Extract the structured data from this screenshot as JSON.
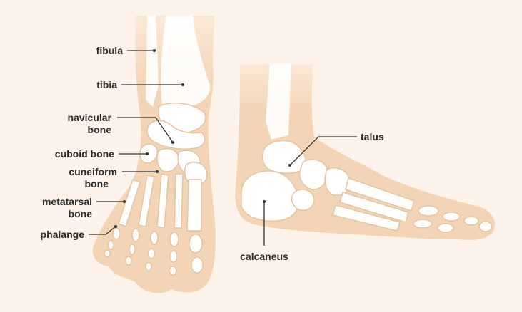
{
  "colors": {
    "background": "#fdf3ea",
    "flesh": "#f3d5b5",
    "flesh_edge": "#e8c49c",
    "bone": "#ffffff",
    "bone_outline": "#e3c4a2",
    "label_text": "#2b2b2b",
    "leader_line": "#333333"
  },
  "labels": {
    "fibula": "fibula",
    "tibia": "tibia",
    "navicular_1": "navicular",
    "navicular_2": "bone",
    "cuboid": "cuboid bone",
    "cuneiform_1": "cuneiform",
    "cuneiform_2": "bone",
    "metatarsal_1": "metatarsal",
    "metatarsal_2": "bone",
    "phalange": "phalange",
    "talus": "talus",
    "calcaneus": "calcaneus"
  },
  "icons": {
    "front_view": "foot-front-view-icon",
    "side_view": "foot-side-view-icon"
  }
}
